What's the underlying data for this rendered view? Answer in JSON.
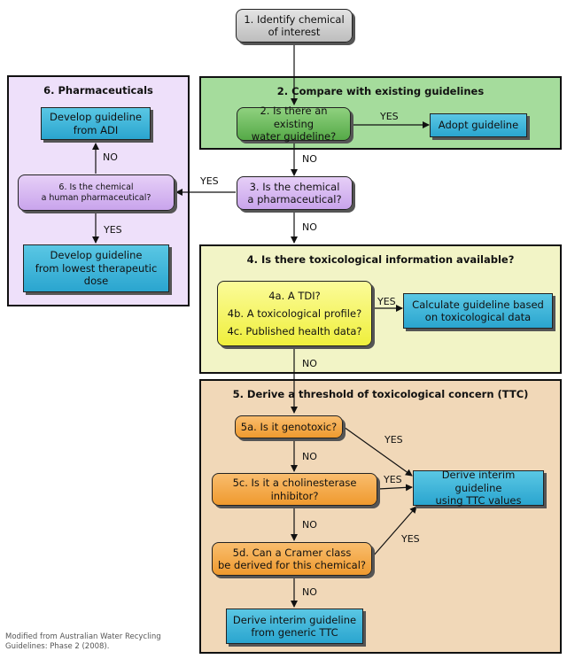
{
  "start": "1. Identify chemical\nof interest",
  "panel2": {
    "title": "2. Compare with existing guidelines",
    "question": "2. Is there an existing\nwater guideline?",
    "yes_action": "Adopt guideline"
  },
  "panel6": {
    "title": "6. Pharmaceuticals",
    "adi_action": "Develop guideline\nfrom ADI",
    "question": "6. Is the chemical\na human pharmaceutical?",
    "dose_action": "Develop guideline\nfrom lowest therapeutic\ndose"
  },
  "step3": "3. Is the chemical\na pharmaceutical?",
  "panel4": {
    "title": "4. Is there toxicological information available?",
    "q_a": "4a. A TDI?",
    "q_b": "4b. A toxicological profile?",
    "q_c": "4c. Published health data?",
    "yes_action": "Calculate guideline based\non toxicological data"
  },
  "panel5": {
    "title": "5. Derive a threshold of toxicological concern (TTC)",
    "q5a": "5a. Is it genotoxic?",
    "q5c": "5c. Is it a cholinesterase\ninhibitor?",
    "q5d": "5d. Can a Cramer class\nbe derived for this chemical?",
    "ttc_action": "Derive interim guideline\nusing TTC values",
    "generic_action": "Derive interim guideline\nfrom generic TTC"
  },
  "labels": {
    "yes": "YES",
    "no": "NO"
  },
  "source_note": "Modified from Australian Water Recycling\nGuidelines: Phase 2 (2008).",
  "colors": {
    "start": "#c8c8c8",
    "panel2_bg": "#a5dc9c",
    "green_box": "#6cbf5c",
    "panel6_bg": "#eee0fa",
    "purple_box": "#d3b2f0",
    "panel4_bg": "#f2f4c6",
    "yellow_box": "#f5f55a",
    "panel5_bg": "#f1d8b8",
    "orange_box": "#f3a740",
    "blue_box": "#3bb5dc"
  }
}
